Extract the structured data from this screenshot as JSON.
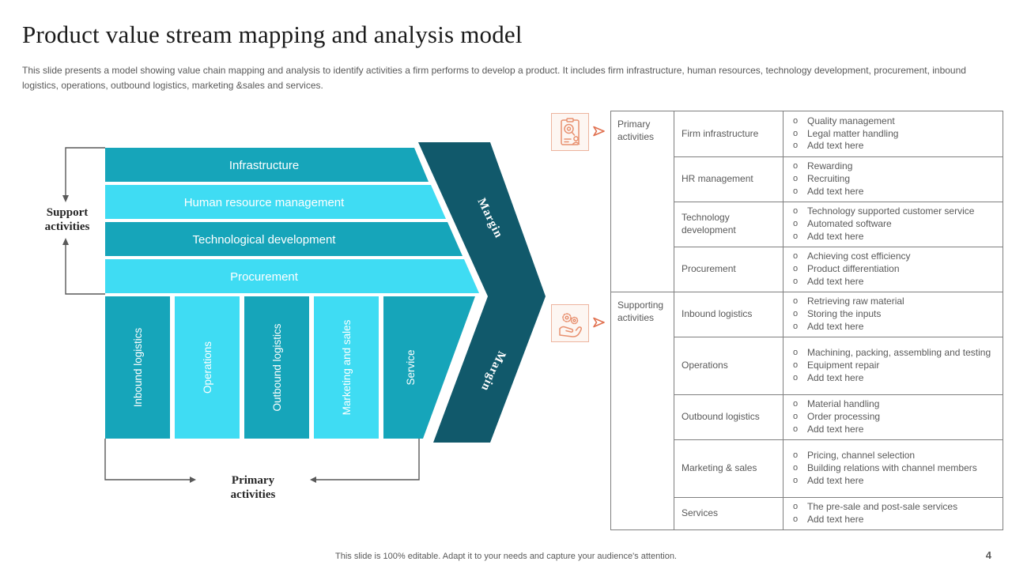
{
  "slide": {
    "title": "Product value stream mapping and analysis model",
    "description": "This slide presents a model showing value chain mapping and analysis to identify activities a firm performs to develop a product. It includes firm infrastructure, human resources, technology development, procurement, inbound logistics, operations, outbound logistics, marketing &sales and services.",
    "footer": "This slide is 100% editable.  Adapt it to your needs and capture your audience's attention.",
    "page_number": "4"
  },
  "colors": {
    "teal": "#16a5ba",
    "cyan": "#3fdcf3",
    "dark_teal": "#11596b",
    "accent_salmon": "#e8906f",
    "text_gray": "#595959",
    "border_gray": "#7f7f7f"
  },
  "diagram": {
    "support_label_line1": "Support",
    "support_label_line2": "activities",
    "primary_label_line1": "Primary",
    "primary_label_line2": "activities",
    "margin_top": "Margin",
    "margin_bottom": "Margin",
    "support_rows": [
      "Infrastructure",
      "Human resource management",
      "Technological development",
      "Procurement"
    ],
    "primary_bars": [
      "Inbound logistics",
      "Operations",
      "Outbound logistics",
      "Marketing and sales",
      "Service"
    ]
  },
  "icons": {
    "top": "document-analysis-icon",
    "bottom": "hand-holding-gears-icon"
  },
  "table": {
    "groups": [
      {
        "label": "Primary activities",
        "rows": [
          {
            "activity": "Firm infrastructure",
            "points": [
              "Quality management",
              "Legal matter handling",
              "Add text here"
            ]
          },
          {
            "activity": "HR management",
            "points": [
              "Rewarding",
              "Recruiting",
              "Add text here"
            ]
          },
          {
            "activity": "Technology development",
            "points": [
              "Technology supported customer service",
              "Automated software",
              "Add text here"
            ]
          },
          {
            "activity": "Procurement",
            "points": [
              "Achieving cost efficiency",
              "Product differentiation",
              "Add text here"
            ]
          }
        ]
      },
      {
        "label": "Supporting activities",
        "rows": [
          {
            "activity": "Inbound logistics",
            "points": [
              "Retrieving raw material",
              "Storing the inputs",
              "Add text here"
            ]
          },
          {
            "activity": "Operations",
            "points": [
              "Machining, packing, assembling and testing",
              "Equipment repair",
              "Add text here"
            ]
          },
          {
            "activity": "Outbound logistics",
            "points": [
              "Material handling",
              "Order processing",
              "Add text here"
            ]
          },
          {
            "activity": "Marketing & sales",
            "points": [
              "Pricing, channel selection",
              "Building relations with channel members",
              "Add text here"
            ]
          },
          {
            "activity": "Services",
            "points": [
              "The pre-sale and post-sale services",
              "Add text here"
            ]
          }
        ]
      }
    ]
  }
}
